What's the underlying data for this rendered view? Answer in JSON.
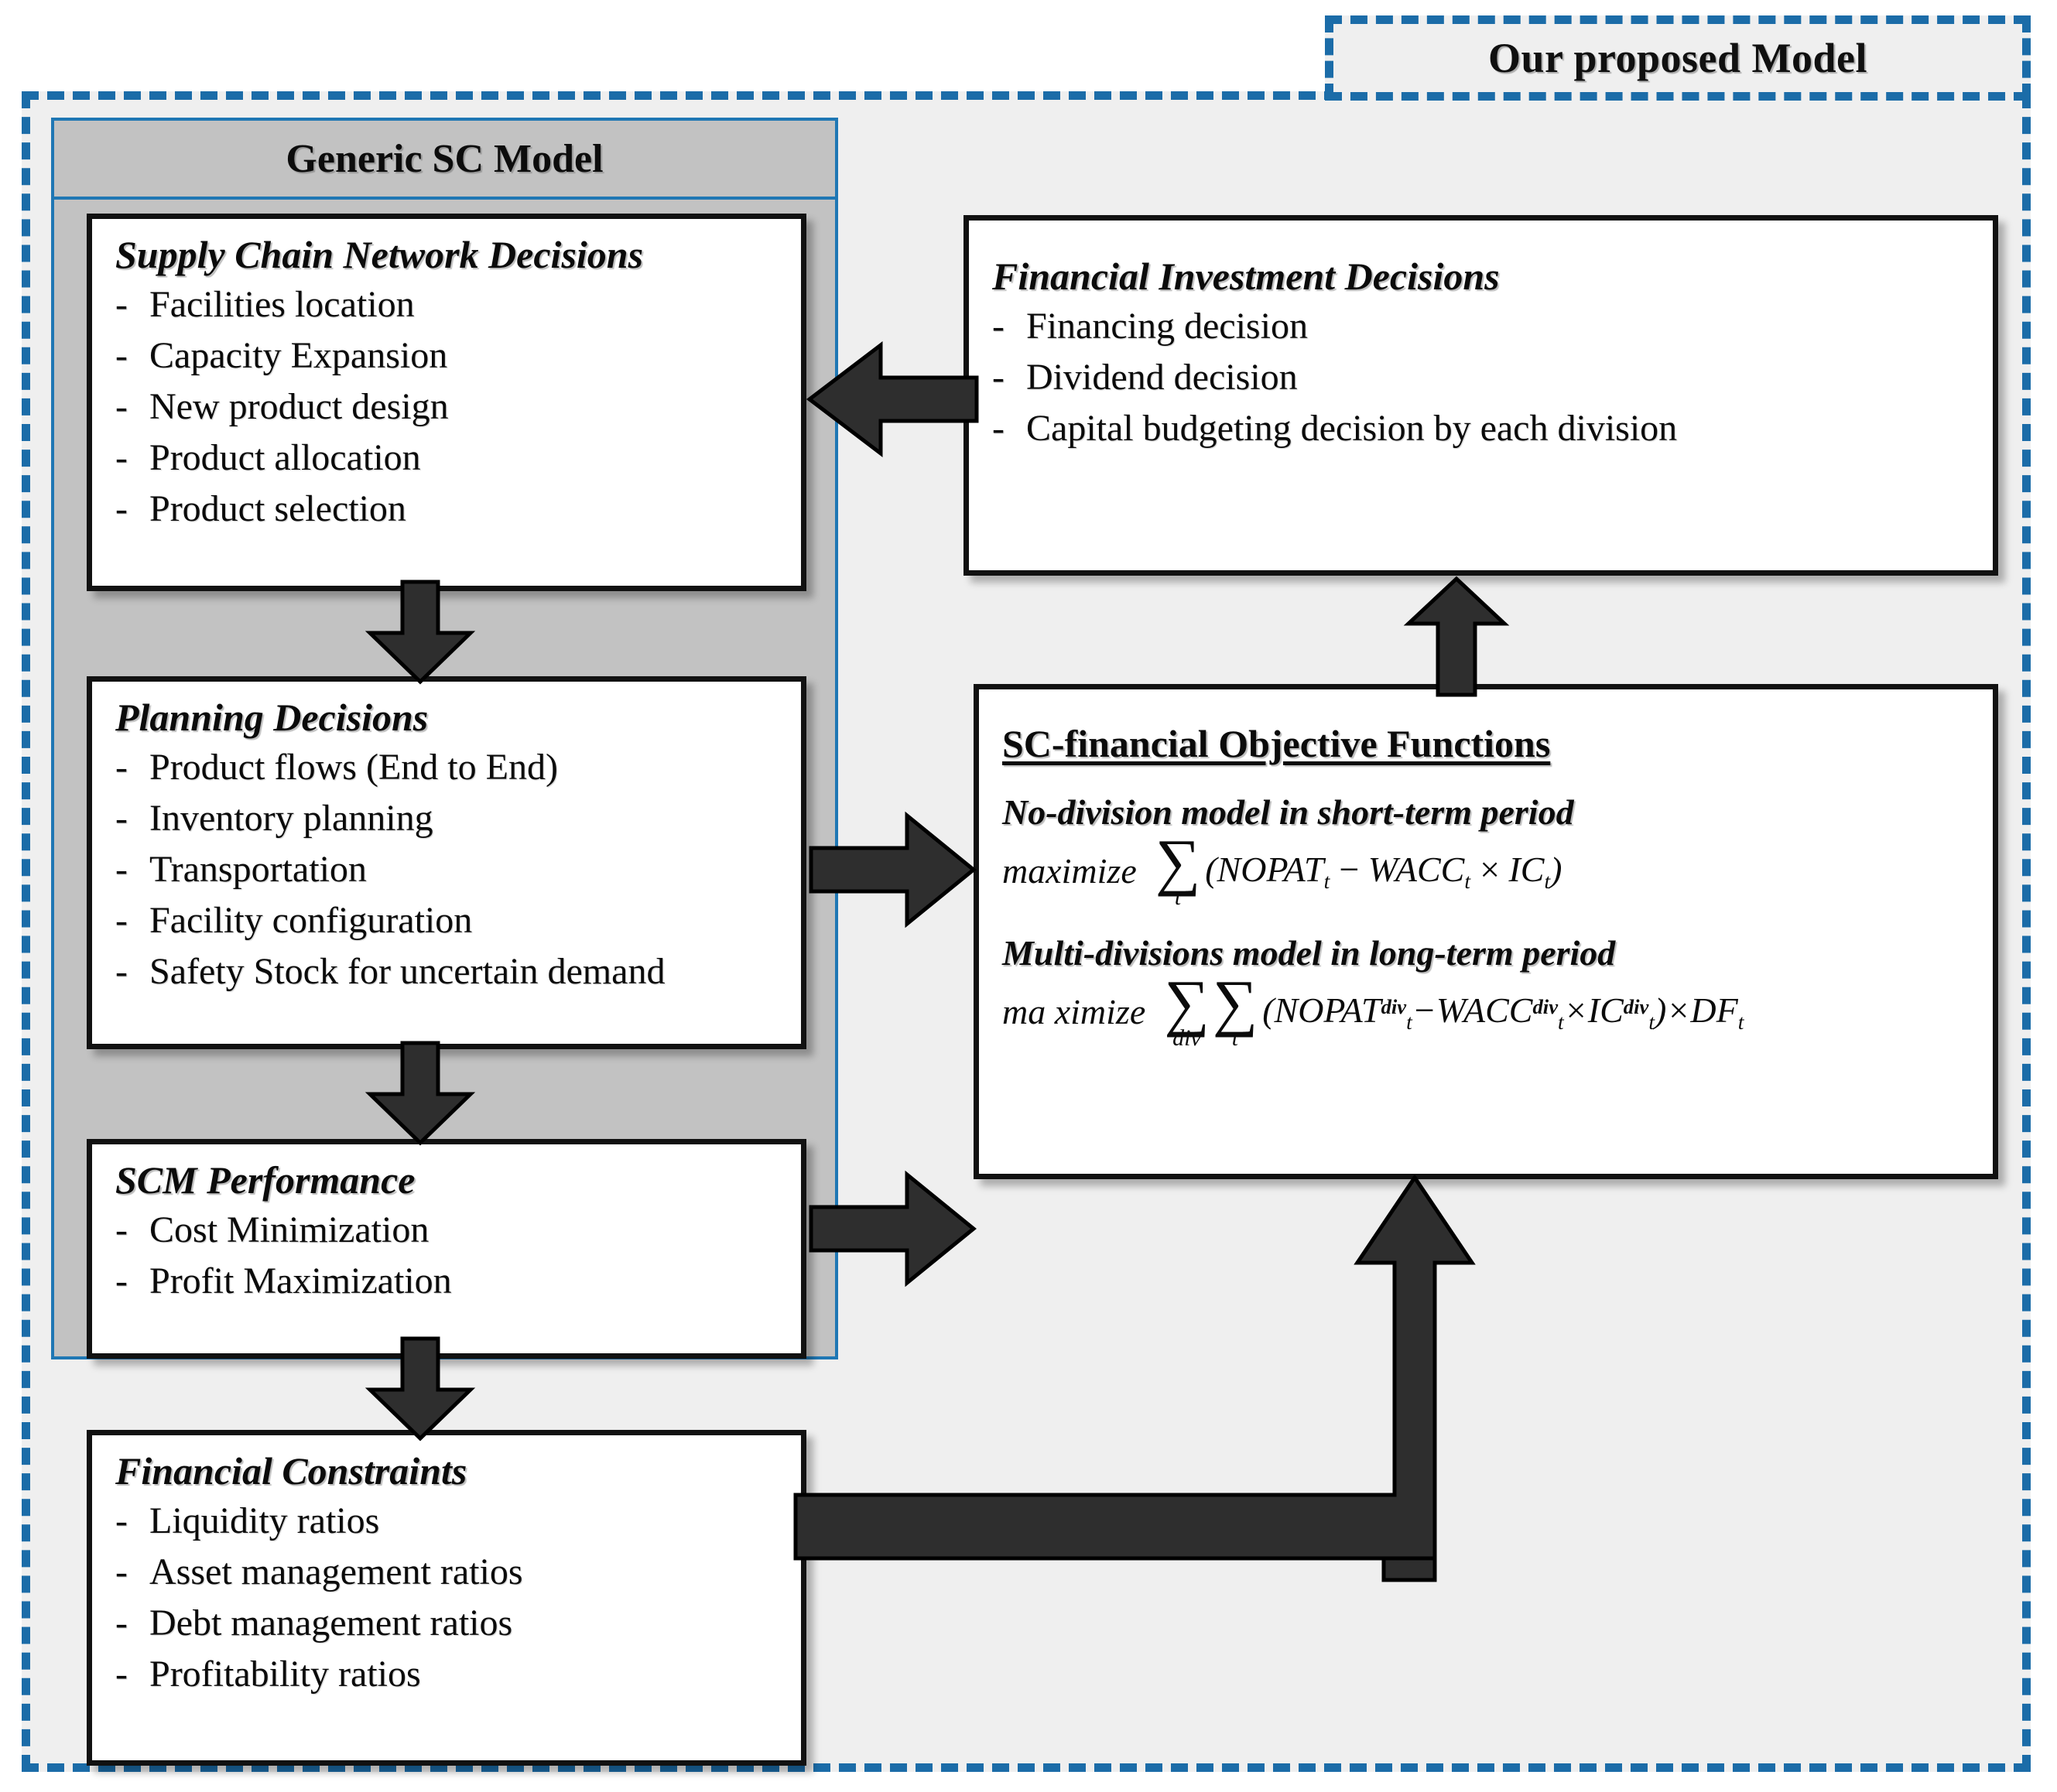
{
  "outer": {
    "title": "Our proposed Model",
    "accent_color": "#1b6ca8",
    "background": "#efefef"
  },
  "generic_panel": {
    "title": "Generic SC Model",
    "border_color": "#1f77b4",
    "background": "#c2c2c2"
  },
  "boxes": {
    "supply_chain_network_decisions": {
      "heading": "Supply Chain Network Decisions",
      "items": [
        "Facilities location",
        "Capacity Expansion",
        "New product design",
        "Product allocation",
        "Product selection"
      ]
    },
    "planning_decisions": {
      "heading": "Planning Decisions",
      "items": [
        "Product flows (End to End)",
        "Inventory planning",
        "Transportation",
        "Facility configuration",
        "Safety Stock for uncertain demand"
      ]
    },
    "scm_performance": {
      "heading": "SCM Performance",
      "items": [
        "Cost Minimization",
        "Profit Maximization"
      ]
    },
    "financial_constraints": {
      "heading": "Financial Constraints",
      "items": [
        "Liquidity ratios",
        "Asset management ratios",
        "Debt management ratios",
        "Profitability ratios"
      ]
    },
    "financial_investment_decisions": {
      "heading": "Financial Investment Decisions",
      "items": [
        "Financing decision",
        "Dividend decision",
        "Capital budgeting decision by each division"
      ]
    },
    "objective_functions": {
      "heading": "SC-financial Objective Functions",
      "short_term": {
        "subtitle": "No-division model in short-term period",
        "keyword": "maximize",
        "sum_index": "t",
        "expression": "(NOPAT_t - WACC_t x IC_t)"
      },
      "long_term": {
        "subtitle": "Multi-divisions model in long-term period",
        "keyword": "ma ximize",
        "sum_index_outer": "div",
        "sum_index_inner": "t",
        "expression": "(NOPAT^div_t - WACC^div_t x IC^div_t) x DF_t"
      },
      "tokens": {
        "sigma": "∑",
        "minus": "−",
        "times": "×",
        "lparen": "(",
        "rparen": ")",
        "nopat": "NOPAT",
        "wacc": "WACC",
        "ic": "IC",
        "df": "DF",
        "div": "div",
        "t": "t"
      }
    }
  },
  "arrows": [
    {
      "name": "network-to-planning",
      "direction": "down"
    },
    {
      "name": "planning-to-performance",
      "direction": "down"
    },
    {
      "name": "performance-to-constraints",
      "direction": "down"
    },
    {
      "name": "planning-to-objective",
      "direction": "right"
    },
    {
      "name": "performance-to-objective",
      "direction": "right"
    },
    {
      "name": "investment-to-network",
      "direction": "left"
    },
    {
      "name": "objective-to-investment",
      "direction": "up"
    },
    {
      "name": "constraints-to-objective",
      "direction": "elbow-right-up"
    }
  ]
}
